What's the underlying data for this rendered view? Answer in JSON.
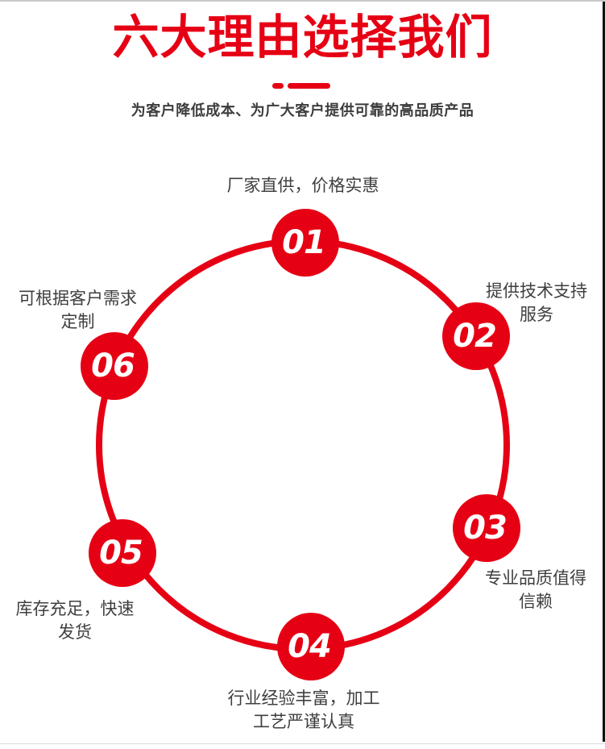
{
  "header": {
    "title": "六大理由选择我们",
    "subtitle": "为客户降低成本、为广大客户提供可靠的高品质产品"
  },
  "reasons": [
    {
      "number": "01",
      "lines": [
        "厂家直供，价格实惠"
      ]
    },
    {
      "number": "02",
      "lines": [
        "提供技术支持",
        "服务"
      ]
    },
    {
      "number": "03",
      "lines": [
        "专业品质值得",
        "信赖"
      ]
    },
    {
      "number": "04",
      "lines": [
        "行业经验丰富，加工",
        "工艺严谨认真"
      ]
    },
    {
      "number": "05",
      "lines": [
        "库存充足，快速",
        "发货"
      ]
    },
    {
      "number": "06",
      "lines": [
        "可根据客户需求",
        "定制"
      ]
    }
  ],
  "colors": {
    "accent_red": "#e60014",
    "label_text": "#3f3f3f",
    "subtitle_text": "#3d3d3d",
    "right_edge_black": "#101010",
    "divider_gray": "#c9c9c9"
  }
}
